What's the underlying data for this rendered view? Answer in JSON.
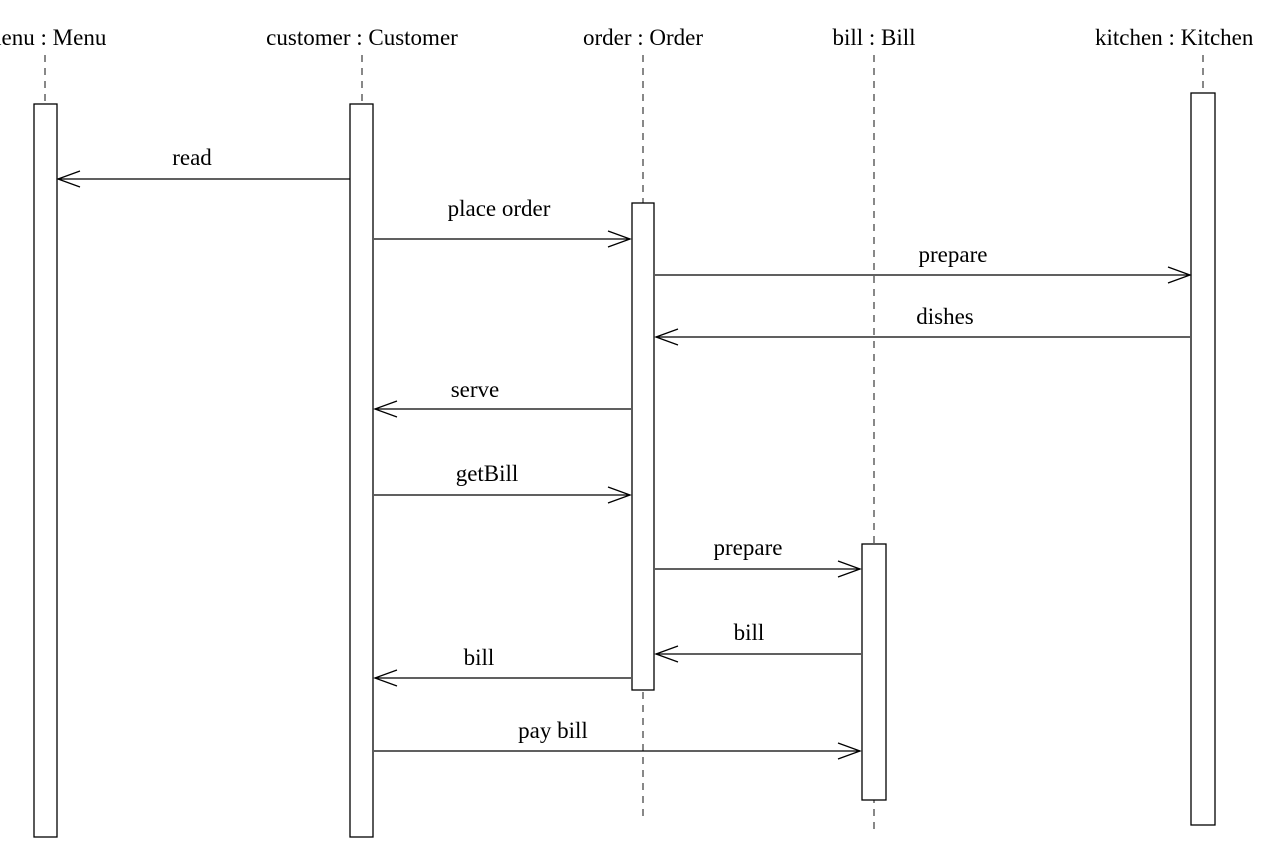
{
  "participants": [
    {
      "id": "menu",
      "label": "menu : Menu"
    },
    {
      "id": "customer",
      "label": "customer : Customer"
    },
    {
      "id": "order",
      "label": "order : Order"
    },
    {
      "id": "bill",
      "label": "bill : Bill"
    },
    {
      "id": "kitchen",
      "label": "kitchen : Kitchen"
    }
  ],
  "messages": [
    {
      "from": "customer",
      "to": "menu",
      "label": "read"
    },
    {
      "from": "customer",
      "to": "order",
      "label": "place order"
    },
    {
      "from": "order",
      "to": "kitchen",
      "label": "prepare"
    },
    {
      "from": "kitchen",
      "to": "order",
      "label": "dishes"
    },
    {
      "from": "order",
      "to": "customer",
      "label": "serve"
    },
    {
      "from": "customer",
      "to": "order",
      "label": "getBill"
    },
    {
      "from": "order",
      "to": "bill",
      "label": "prepare"
    },
    {
      "from": "bill",
      "to": "order",
      "label": "bill"
    },
    {
      "from": "order",
      "to": "customer",
      "label": "bill"
    },
    {
      "from": "customer",
      "to": "bill",
      "label": "pay bill"
    }
  ]
}
